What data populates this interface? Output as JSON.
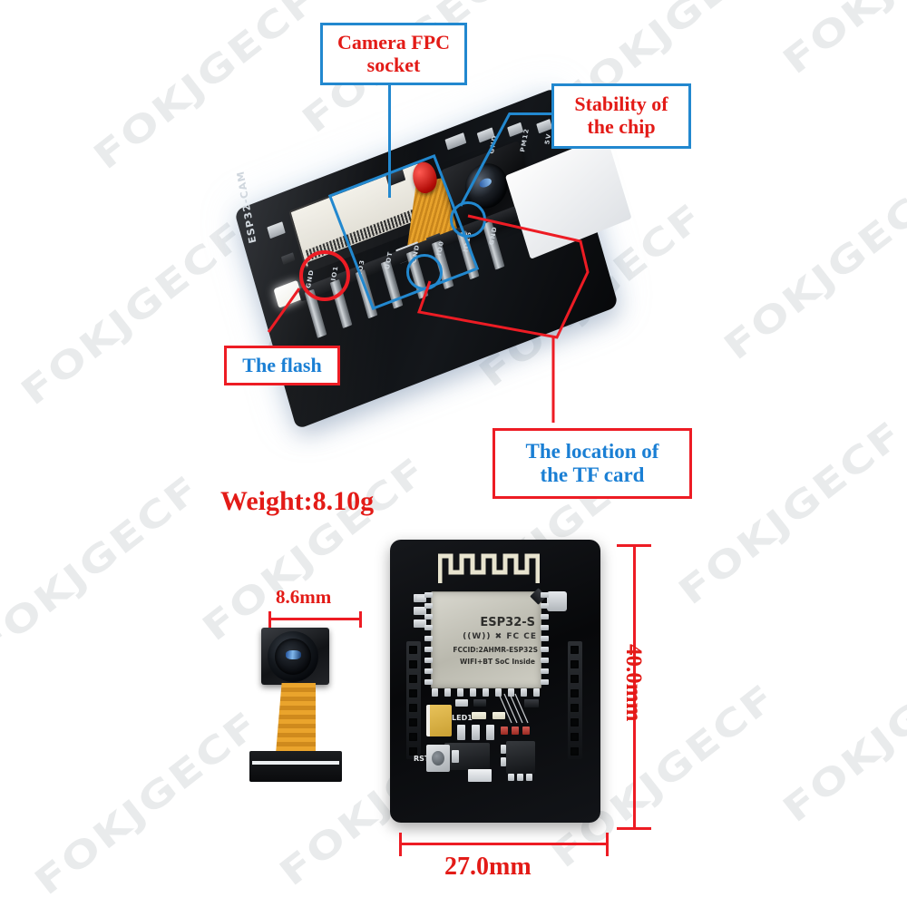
{
  "document": {
    "type": "product-photo-infographic",
    "subject": "ESP32-CAM development board",
    "background_color": "#ffffff",
    "watermark_text": "FOKJGECF"
  },
  "colors": {
    "annotation_red": "#ed1c24",
    "text_red": "#e31b17",
    "annotation_blue": "#2288cf",
    "text_blue": "#1a7fd4",
    "pcb_black": "#0c0e11",
    "shield_silver": "#cfcec4",
    "flex_orange": "#e8a32c"
  },
  "top_section": {
    "callouts": [
      {
        "id": "camera-fpc-socket",
        "lines": [
          "Camera FPC",
          "socket"
        ],
        "text_color": "#e31b17",
        "border_color": "#2288cf"
      },
      {
        "id": "stability-of-the-chip",
        "lines": [
          "Stability of",
          "the chip"
        ],
        "text_color": "#e31b17",
        "border_color": "#2288cf"
      },
      {
        "id": "the-flash",
        "lines": [
          "The flash"
        ],
        "text_color": "#1a7fd4",
        "border_color": "#ed1c24"
      },
      {
        "id": "the-location-of-the-tf-card",
        "lines": [
          "The location of",
          "the TF card"
        ],
        "text_color": "#1a7fd4",
        "border_color": "#ed1c24"
      }
    ],
    "weight_label": "Weight:8.10g",
    "board_silkscreen": "ESP32-CAM",
    "pin_labels": [
      "GND",
      "IO1",
      "IO3",
      "UOT",
      "GND",
      "IO0",
      "IO16",
      "GND"
    ],
    "side_pin_labels": [
      "GND",
      "PM12",
      "5V"
    ]
  },
  "bottom_section": {
    "camera_module": {
      "name": "OV2640 camera module",
      "dimension_label": "8.6mm"
    },
    "board": {
      "name": "ESP32-CAM board front",
      "module_label": "ESP32-S",
      "certification_logos": [
        "WiFi",
        "Bluetooth",
        "FCC",
        "CE"
      ],
      "fcc_id": "FCCID:2AHMR-ESP32S",
      "soc_text": "WIFI+BT SoC Inside",
      "silkscreen": [
        {
          "label": "LED1"
        },
        {
          "label": "RST"
        }
      ],
      "width_label": "27.0mm",
      "height_label": "40.0mm"
    }
  }
}
